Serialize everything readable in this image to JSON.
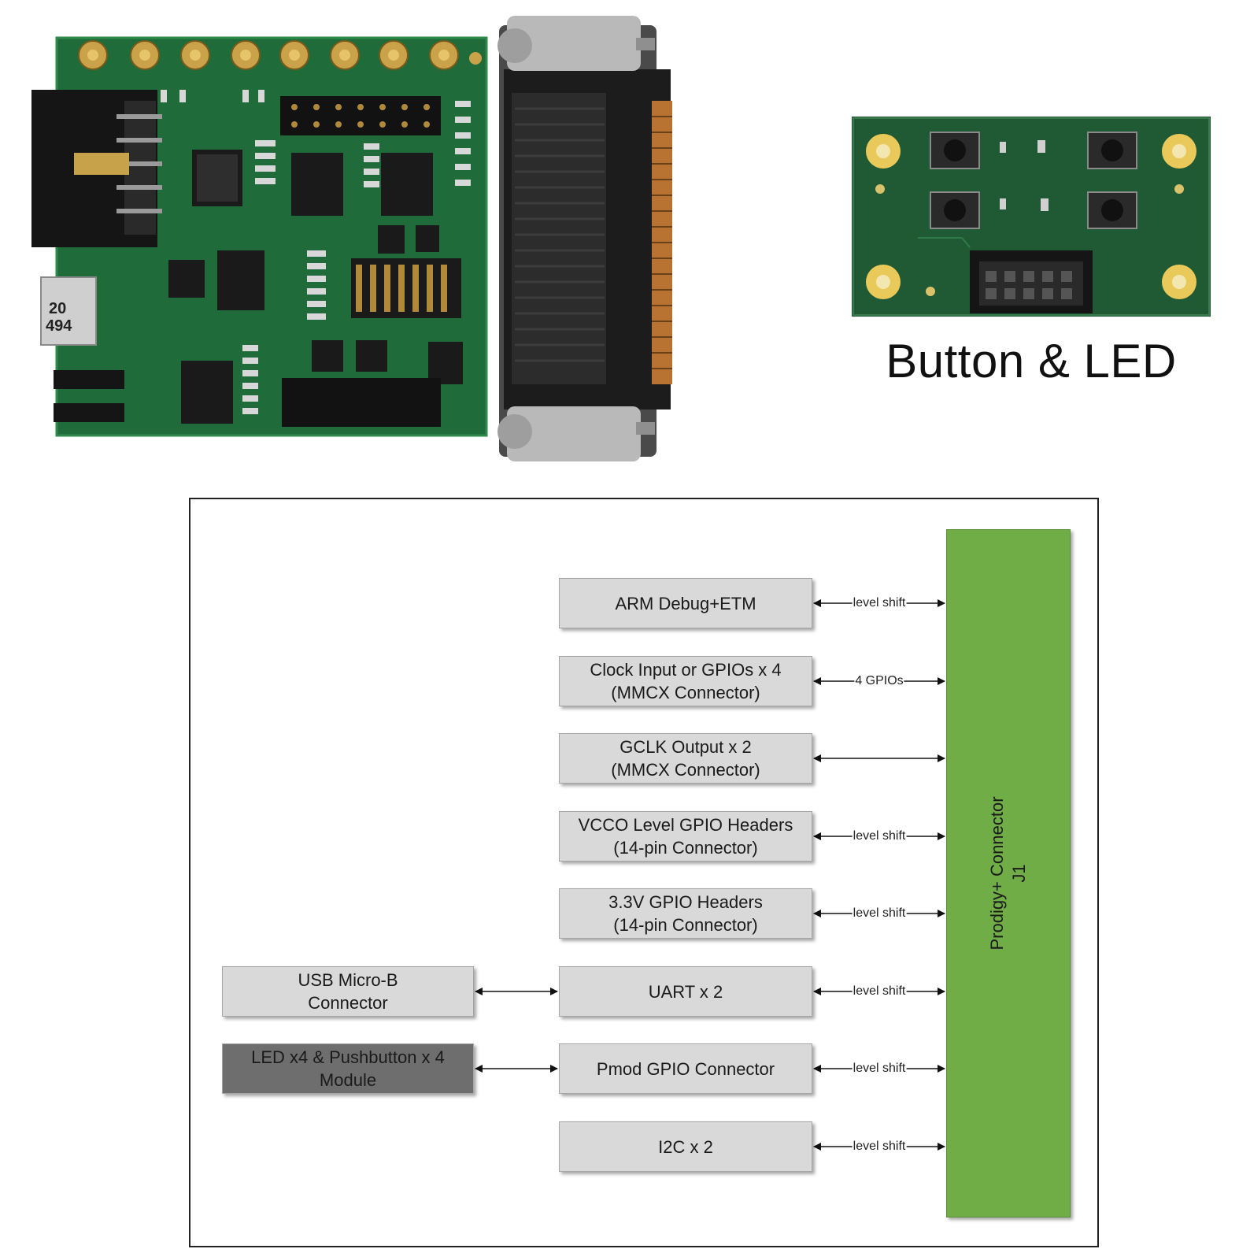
{
  "photos": {
    "main_board_chip_marking": "20\n494",
    "module_caption": "Button & LED"
  },
  "diagram": {
    "connector": {
      "line1": "Prodigy+ Connector",
      "line2": "J1",
      "color": "#70ad47"
    },
    "blocks": [
      {
        "id": "arm-debug",
        "label": "ARM Debug+ETM",
        "link_label": "level shift"
      },
      {
        "id": "clock-input",
        "label": "Clock Input or GPIOs x 4\n(MMCX Connector)",
        "link_label": "4 GPIOs"
      },
      {
        "id": "gclk-output",
        "label": "GCLK Output x 2\n(MMCX Connector)",
        "link_label": ""
      },
      {
        "id": "vcco-gpio",
        "label": "VCCO Level GPIO Headers\n(14-pin Connector)",
        "link_label": "level shift"
      },
      {
        "id": "gpio-33v",
        "label": "3.3V GPIO Headers\n(14-pin Connector)",
        "link_label": "level shift"
      },
      {
        "id": "uart",
        "label": "UART x 2",
        "link_label": "level shift"
      },
      {
        "id": "pmod-gpio",
        "label": "Pmod GPIO Connector",
        "link_label": "level shift"
      },
      {
        "id": "i2c",
        "label": "I2C x 2",
        "link_label": "level shift"
      }
    ],
    "side_blocks": [
      {
        "id": "usb-micro-b",
        "label": "USB Micro-B\nConnector",
        "connects_to": "uart",
        "style": "light"
      },
      {
        "id": "led-pushbutton",
        "label": "LED x4 & Pushbutton x 4\nModule",
        "connects_to": "pmod-gpio",
        "style": "dark"
      }
    ],
    "colors": {
      "block_fill": "#d9d9d9",
      "dark_block_fill": "#6e6e6e",
      "connector_fill": "#70ad47"
    }
  }
}
